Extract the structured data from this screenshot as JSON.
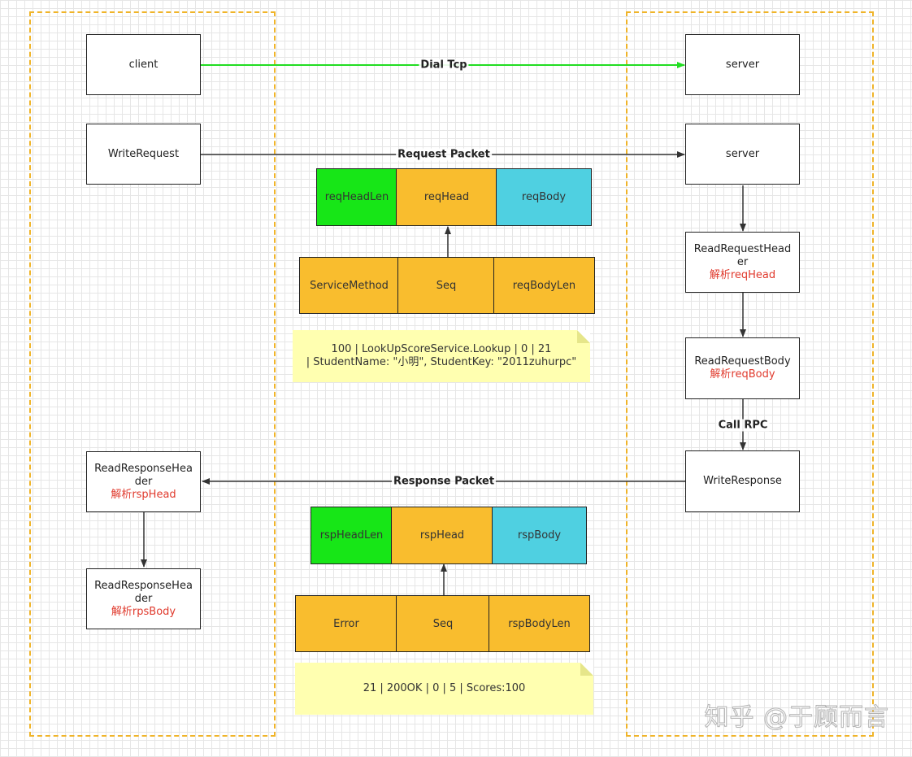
{
  "client_side": {
    "client": "client",
    "write_request": "WriteRequest",
    "read_response_header": {
      "line1": "ReadResponseHea",
      "line2": "der",
      "sub": "解析rspHead"
    },
    "read_response_body": {
      "line1": "ReadResponseHea",
      "line2": "der",
      "sub": "解析rpsBody"
    }
  },
  "server_side": {
    "server_1": "server",
    "server_2": "server",
    "read_request_header": {
      "line1": "ReadRequestHead",
      "line2": "er",
      "sub": "解析reqHead"
    },
    "read_request_body": {
      "line1": "ReadRequestBody",
      "sub": "解析reqBody"
    },
    "write_response": "WriteResponse"
  },
  "labels": {
    "dial_tcp": "Dial Tcp",
    "request_packet": "Request Packet",
    "call_rpc": "Call RPC",
    "response_packet": "Response Packet"
  },
  "request_packet": {
    "fields": [
      "reqHeadLen",
      "reqHead",
      "reqBody"
    ],
    "head_fields": [
      "ServiceMethod",
      "Seq",
      "reqBodyLen"
    ],
    "example": {
      "line1": "100  |  LookUpScoreService.Lookup |  0  |  21",
      "line2": "| StudentName: \"小明\", StudentKey: \"2011zuhurpc\""
    }
  },
  "response_packet": {
    "fields": [
      "rspHeadLen",
      "rspHead",
      "rspBody"
    ],
    "head_fields": [
      "Error",
      "Seq",
      "rspBodyLen"
    ],
    "example": {
      "line1": "21 |  200OK  |  0  |  5  | Scores:100"
    }
  },
  "colors": {
    "len_field": "#17e617",
    "head_field": "#f9bd2e",
    "body_field": "#4fd0e1",
    "note_bg": "#ffffb0",
    "lane_border": "#f0b429",
    "dial_arrow": "#22dd22",
    "sub_text": "#e03a2d"
  },
  "watermark": "知乎 @于顾而言"
}
